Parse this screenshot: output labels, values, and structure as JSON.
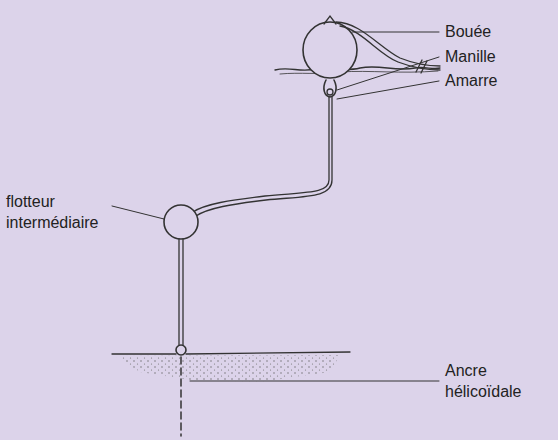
{
  "diagram": {
    "labels": [
      "Bouée",
      "Manille",
      "Amarre",
      "flotteur intermédiaire",
      "Ancre hélicoïdale"
    ]
  }
}
